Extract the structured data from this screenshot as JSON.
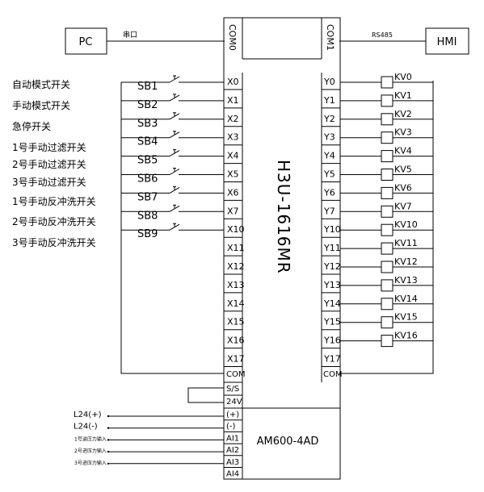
{
  "pc": {
    "label": "PC"
  },
  "hmi": {
    "label": "HMI"
  },
  "serial_label": "串口",
  "rs485_label": "RS485",
  "com0": "COM0",
  "com1": "COM1",
  "plc_model": "H3U-1616MR",
  "ad_module": "AM600-4AD",
  "inputs": [
    {
      "terminal": "X0",
      "switch": "SB1",
      "desc": "自动模式开关"
    },
    {
      "terminal": "X1",
      "switch": "SB2",
      "desc": "手动模式开关"
    },
    {
      "terminal": "X2",
      "switch": "SB3",
      "desc": "急停开关"
    },
    {
      "terminal": "X3",
      "switch": "SB4",
      "desc": "1号手动过滤开关"
    },
    {
      "terminal": "X4",
      "switch": "SB5",
      "desc": "2号手动过滤开关"
    },
    {
      "terminal": "X5",
      "switch": "SB6",
      "desc": "3号手动过滤开关"
    },
    {
      "terminal": "X6",
      "switch": "SB7",
      "desc": "1号手动反冲洗开关"
    },
    {
      "terminal": "X7",
      "switch": "SB8",
      "desc": "2号手动反冲洗开关"
    },
    {
      "terminal": "X10",
      "switch": "SB9",
      "desc": "3号手动反冲洗开关"
    },
    {
      "terminal": "X11"
    },
    {
      "terminal": "X12"
    },
    {
      "terminal": "X13"
    },
    {
      "terminal": "X14"
    },
    {
      "terminal": "X15"
    },
    {
      "terminal": "X16"
    },
    {
      "terminal": "X17"
    }
  ],
  "left_com": "COM",
  "ss": "S/S",
  "v24": "24V",
  "outputs": [
    {
      "terminal": "Y0",
      "coil": "KV0"
    },
    {
      "terminal": "Y1",
      "coil": "KV1"
    },
    {
      "terminal": "Y2",
      "coil": "KV2"
    },
    {
      "terminal": "Y3",
      "coil": "KV3"
    },
    {
      "terminal": "Y4",
      "coil": "KV4"
    },
    {
      "terminal": "Y5",
      "coil": "KV5"
    },
    {
      "terminal": "Y6",
      "coil": "KV6"
    },
    {
      "terminal": "Y7",
      "coil": "KV7"
    },
    {
      "terminal": "Y10",
      "coil": "KV10"
    },
    {
      "terminal": "Y11",
      "coil": "KV11"
    },
    {
      "terminal": "Y12",
      "coil": "KV12"
    },
    {
      "terminal": "Y13",
      "coil": "KV13"
    },
    {
      "terminal": "Y14",
      "coil": "KV14"
    },
    {
      "terminal": "Y15",
      "coil": "KV15"
    },
    {
      "terminal": "Y16",
      "coil": "KV16"
    },
    {
      "terminal": "Y17"
    }
  ],
  "right_com": "COM",
  "ad_terminals": [
    "(+)",
    "(-)",
    "AI1",
    "AI2",
    "AI3",
    "AI4"
  ],
  "ad_inputs": [
    "L24(+)",
    "L24(-)",
    "1号进压力输入",
    "2号进压力输入",
    "3号进压力输入"
  ]
}
